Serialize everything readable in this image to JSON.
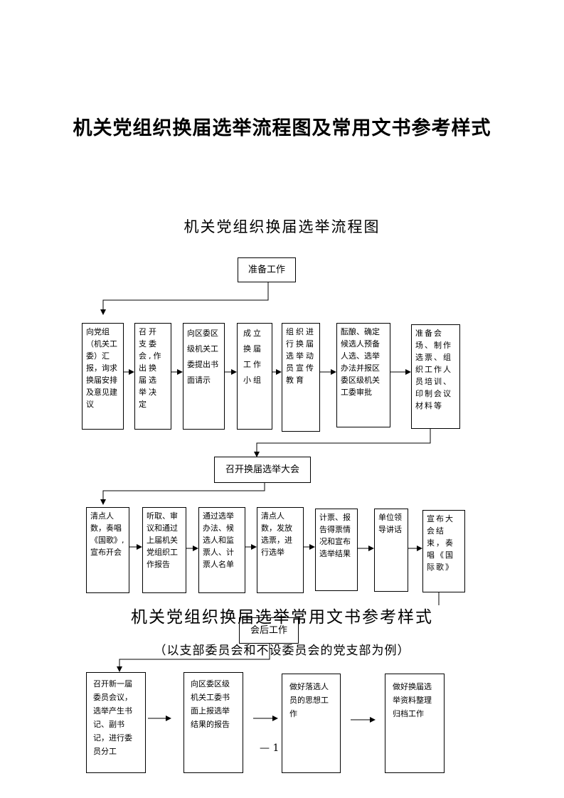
{
  "title": "机关党组织换届选举流程图及常用文书参考样式",
  "flow_title": "机关党组织换届选举流程图",
  "stage1": {
    "header": "准备工作",
    "steps": [
      "向党组（机关工委）汇报，询求换届安排及意见建议",
      "召开支委会,作出换届选举决定",
      "向区委区级机关工委提出书面请示",
      "成立换届工作小组",
      "组织进行换届选举动员宣传教育",
      "酝酿、确定候选人预备人选、选举办法并报区委区级机关工委审批",
      "准备会场、制作选票、组织工作人员培训、印制会议材料等"
    ]
  },
  "stage2": {
    "header": "召开换届选举大会",
    "steps": [
      "清点人数，奏唱《国歌》,宣布开会",
      "听取、审议和通过上届机关党组织工作报告",
      "通过选举办法、候选人和监票人、计票人名单",
      "清点人数，发放选票，进行选举",
      "计票、报告得票情况和宣布选举结果",
      "单位领导讲话",
      "宣布大会结束，奏唱《国际歌》"
    ]
  },
  "doc_title": "机关党组织换届选举常用文书参考样式",
  "doc_note": "（以支部委员会和不设委员会的党支部为例）",
  "stage3": {
    "header": "会后工作",
    "steps": [
      "召开新一届委员会议，选举产生书记、副书记，进行委员分工",
      "向区委区级机关工委书面上报选举结果的报告",
      "做好落选人员的思想工作",
      "做好换届选举资料整理归档工作"
    ]
  },
  "footer": "— 1"
}
